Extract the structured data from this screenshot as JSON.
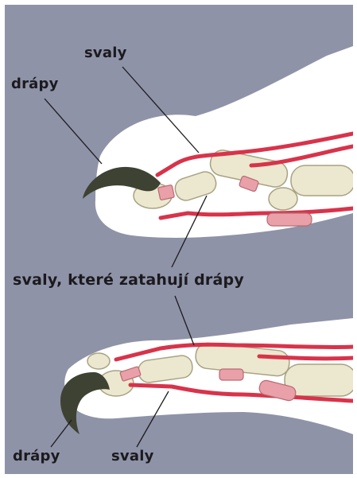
{
  "labels": {
    "top_svaly": "svaly",
    "top_drapy": "drápy",
    "middle": "svaly, které zatahují drápy",
    "bottom_drapy": "drápy",
    "bottom_svaly": "svaly"
  },
  "colors": {
    "background": "#8e93a8",
    "fur": "#ffffff",
    "bone": "#ece8cf",
    "bone_shadow": "#c9c3a3",
    "muscle": "#d8334a",
    "pad": "#e9a0a8",
    "claw": "#3e4232",
    "text": "#1c1a1d"
  }
}
